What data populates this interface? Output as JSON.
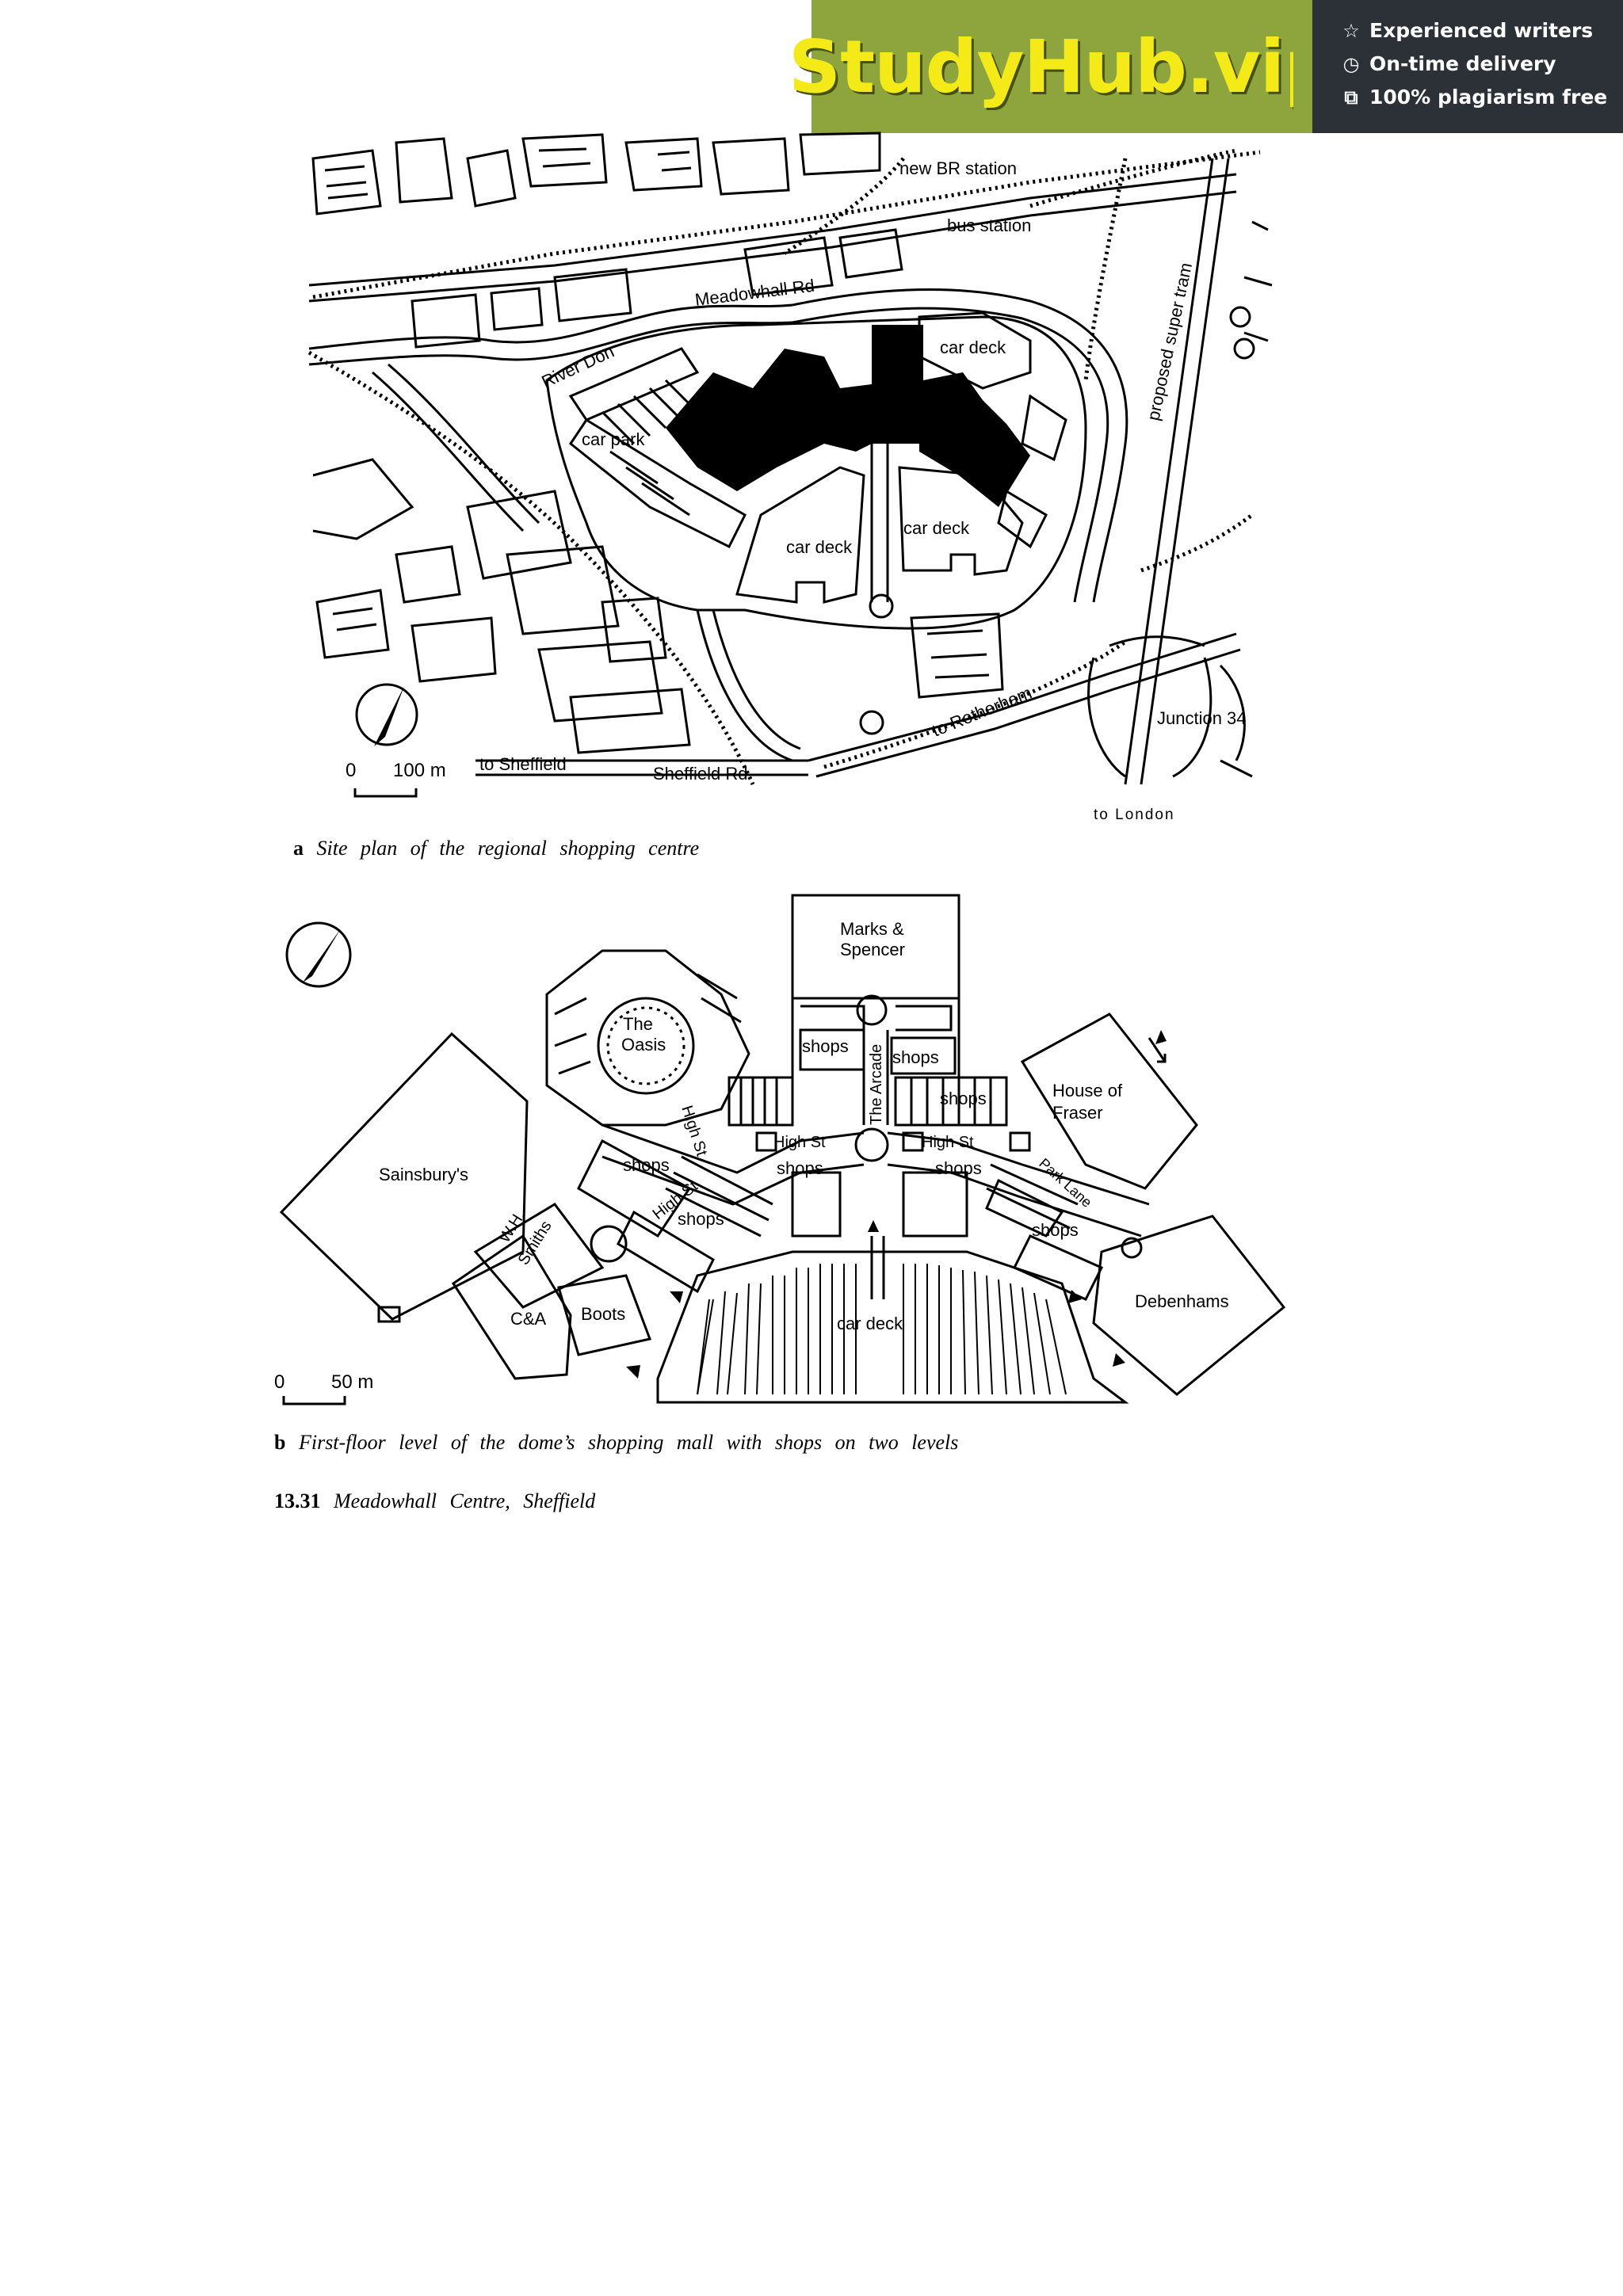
{
  "banner": {
    "logo": "StudyHub.vip",
    "features": [
      {
        "icon": "star-icon",
        "label": "Experienced writers"
      },
      {
        "icon": "clock-icon",
        "label": "On-time delivery"
      },
      {
        "icon": "copy-check-icon",
        "label": "100% plagiarism free"
      }
    ],
    "colors": {
      "green": "#8ea43c",
      "yellow": "#f4ea17",
      "dark": "#2c3138"
    }
  },
  "site_plan": {
    "labels": {
      "new_br_station": "new BR station",
      "bus_station": "bus station",
      "meadowhall_rd": "Meadowhall Rd",
      "river_don": "River Don",
      "car_deck_north": "car deck",
      "car_park": "car park",
      "car_deck_west": "car deck",
      "car_deck_east": "car deck",
      "proposed_super_tram": "proposed super tram",
      "to_rotherham": "to Rotherham",
      "junction_34": "Junction 34",
      "to_sheffield": "to Sheffield",
      "sheffield_rd": "Sheffield Rd",
      "to_london": "to London"
    },
    "scale": {
      "zero": "0",
      "value": "100 m"
    },
    "caption_letter": "a",
    "caption_text": "Site plan of the regional shopping centre"
  },
  "floor_plan": {
    "labels": {
      "marks_spencer_1": "Marks &",
      "marks_spencer_2": "Spencer",
      "the_oasis_1": "The",
      "the_oasis_2": "Oasis",
      "shops_arcade_left": "shops",
      "shops_arcade_right": "shops",
      "the_arcade": "The Arcade",
      "house_of_fraser_1": "House of",
      "house_of_fraser_2": "Fraser",
      "shops_east_upper": "shops",
      "high_st_diag": "High St",
      "high_st_left": "High St",
      "high_st_right": "High St",
      "sainsburys": "Sainsbury's",
      "shops_west": "shops",
      "shops_centre_left": "shops",
      "shops_centre_right": "shops",
      "park_lane": "Park Lane",
      "high_st_lower": "High St",
      "shops_west_lower": "shops",
      "shops_east_lower": "shops",
      "wh_smiths_1": "W.H.",
      "wh_smiths_2": "Smiths",
      "c_and_a": "C&A",
      "boots": "Boots",
      "car_deck": "car deck",
      "debenhams": "Debenhams"
    },
    "scale": {
      "zero": "0",
      "value": "50 m"
    },
    "caption_letter": "b",
    "caption_text": "First-floor level of the dome’s shopping mall with shops on two levels"
  },
  "figure_caption": {
    "number": "13.31",
    "title": "Meadowhall Centre, Sheffield"
  }
}
